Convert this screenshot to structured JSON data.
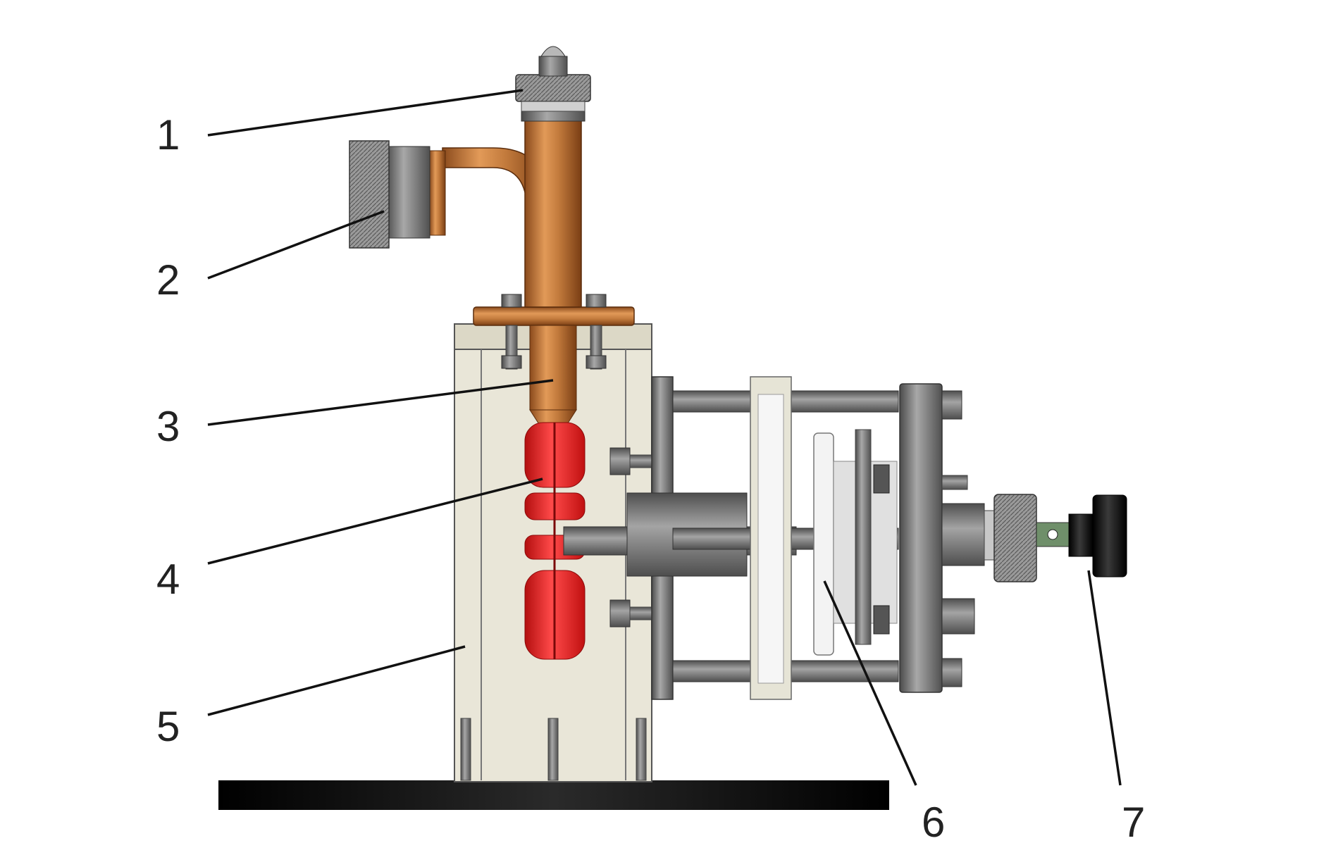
{
  "figure": {
    "callouts": [
      {
        "id": "1",
        "label": "1"
      },
      {
        "id": "2",
        "label": "2"
      },
      {
        "id": "3",
        "label": "3"
      },
      {
        "id": "4",
        "label": "4"
      },
      {
        "id": "5",
        "label": "5"
      },
      {
        "id": "6",
        "label": "6"
      },
      {
        "id": "7",
        "label": "7"
      }
    ],
    "colors": {
      "copper": "#c27a3c",
      "housing": "#e9e6d8",
      "steel": "#7d7d7d",
      "red_part": "#e31b1b",
      "base_plate": "#111111",
      "knob": "#1a1a1a"
    }
  }
}
